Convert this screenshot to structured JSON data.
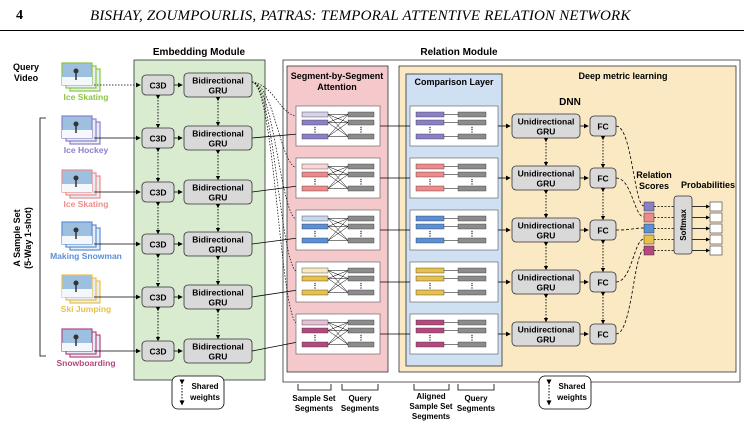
{
  "header": {
    "page_number": "4",
    "running_title": "BISHAY, ZOUMPOURLIS, PATRAS: TEMPORAL ATTENTIVE RELATION NETWORK"
  },
  "figure": {
    "query_label_line1": "Query",
    "query_label_line2": "Video",
    "sample_set_line1": "A Sample Set",
    "sample_set_line2": "(5-Way 1-shot)",
    "embedding_title": "Embedding Module",
    "relation_title": "Relation Module",
    "attention_title_line1": "Segment-by-Segment",
    "attention_title_line2": "Attention",
    "comparison_title": "Comparison Layer",
    "metric_title": "Deep metric learning",
    "dnn_label": "DNN",
    "c3d_label": "C3D",
    "bigru_line1": "Bidirectional",
    "bigru_line2": "GRU",
    "unigru_line1": "Unidirectional",
    "unigru_line2": "GRU",
    "fc_label": "FC",
    "softmax_label": "Softmax",
    "relation_scores_line1": "Relation",
    "relation_scores_line2": "Scores",
    "probabilities_label": "Probabilities",
    "shared_line1": "Shared",
    "shared_line2": "weights",
    "bottom_sample_line1": "Sample Set",
    "bottom_sample_line2": "Segments",
    "bottom_query_line1": "Query",
    "bottom_query_line2": "Segments",
    "bottom_aligned_line1": "Aligned",
    "bottom_aligned_line2": "Sample Set",
    "bottom_aligned_line3": "Segments",
    "videos": [
      {
        "label": "Ice Skating",
        "color": "#8cc63f"
      },
      {
        "label": "Ice Hockey",
        "color": "#8b7fc7"
      },
      {
        "label": "Ice Skating",
        "color": "#f08a8a"
      },
      {
        "label": "Making Snowman",
        "color": "#5b8fd6"
      },
      {
        "label": "Ski Jumping",
        "color": "#e8c14a"
      },
      {
        "label": "Snowboarding",
        "color": "#b5487f"
      }
    ],
    "colors": {
      "embedding_bg": "#d9ecd0",
      "attention_bg": "#f5c8cc",
      "metric_bg": "#fbe9c4",
      "comparison_bg": "#cfe0f2",
      "module_box": "#d9d9d9",
      "segment_gray": "#8c8c8c"
    }
  }
}
